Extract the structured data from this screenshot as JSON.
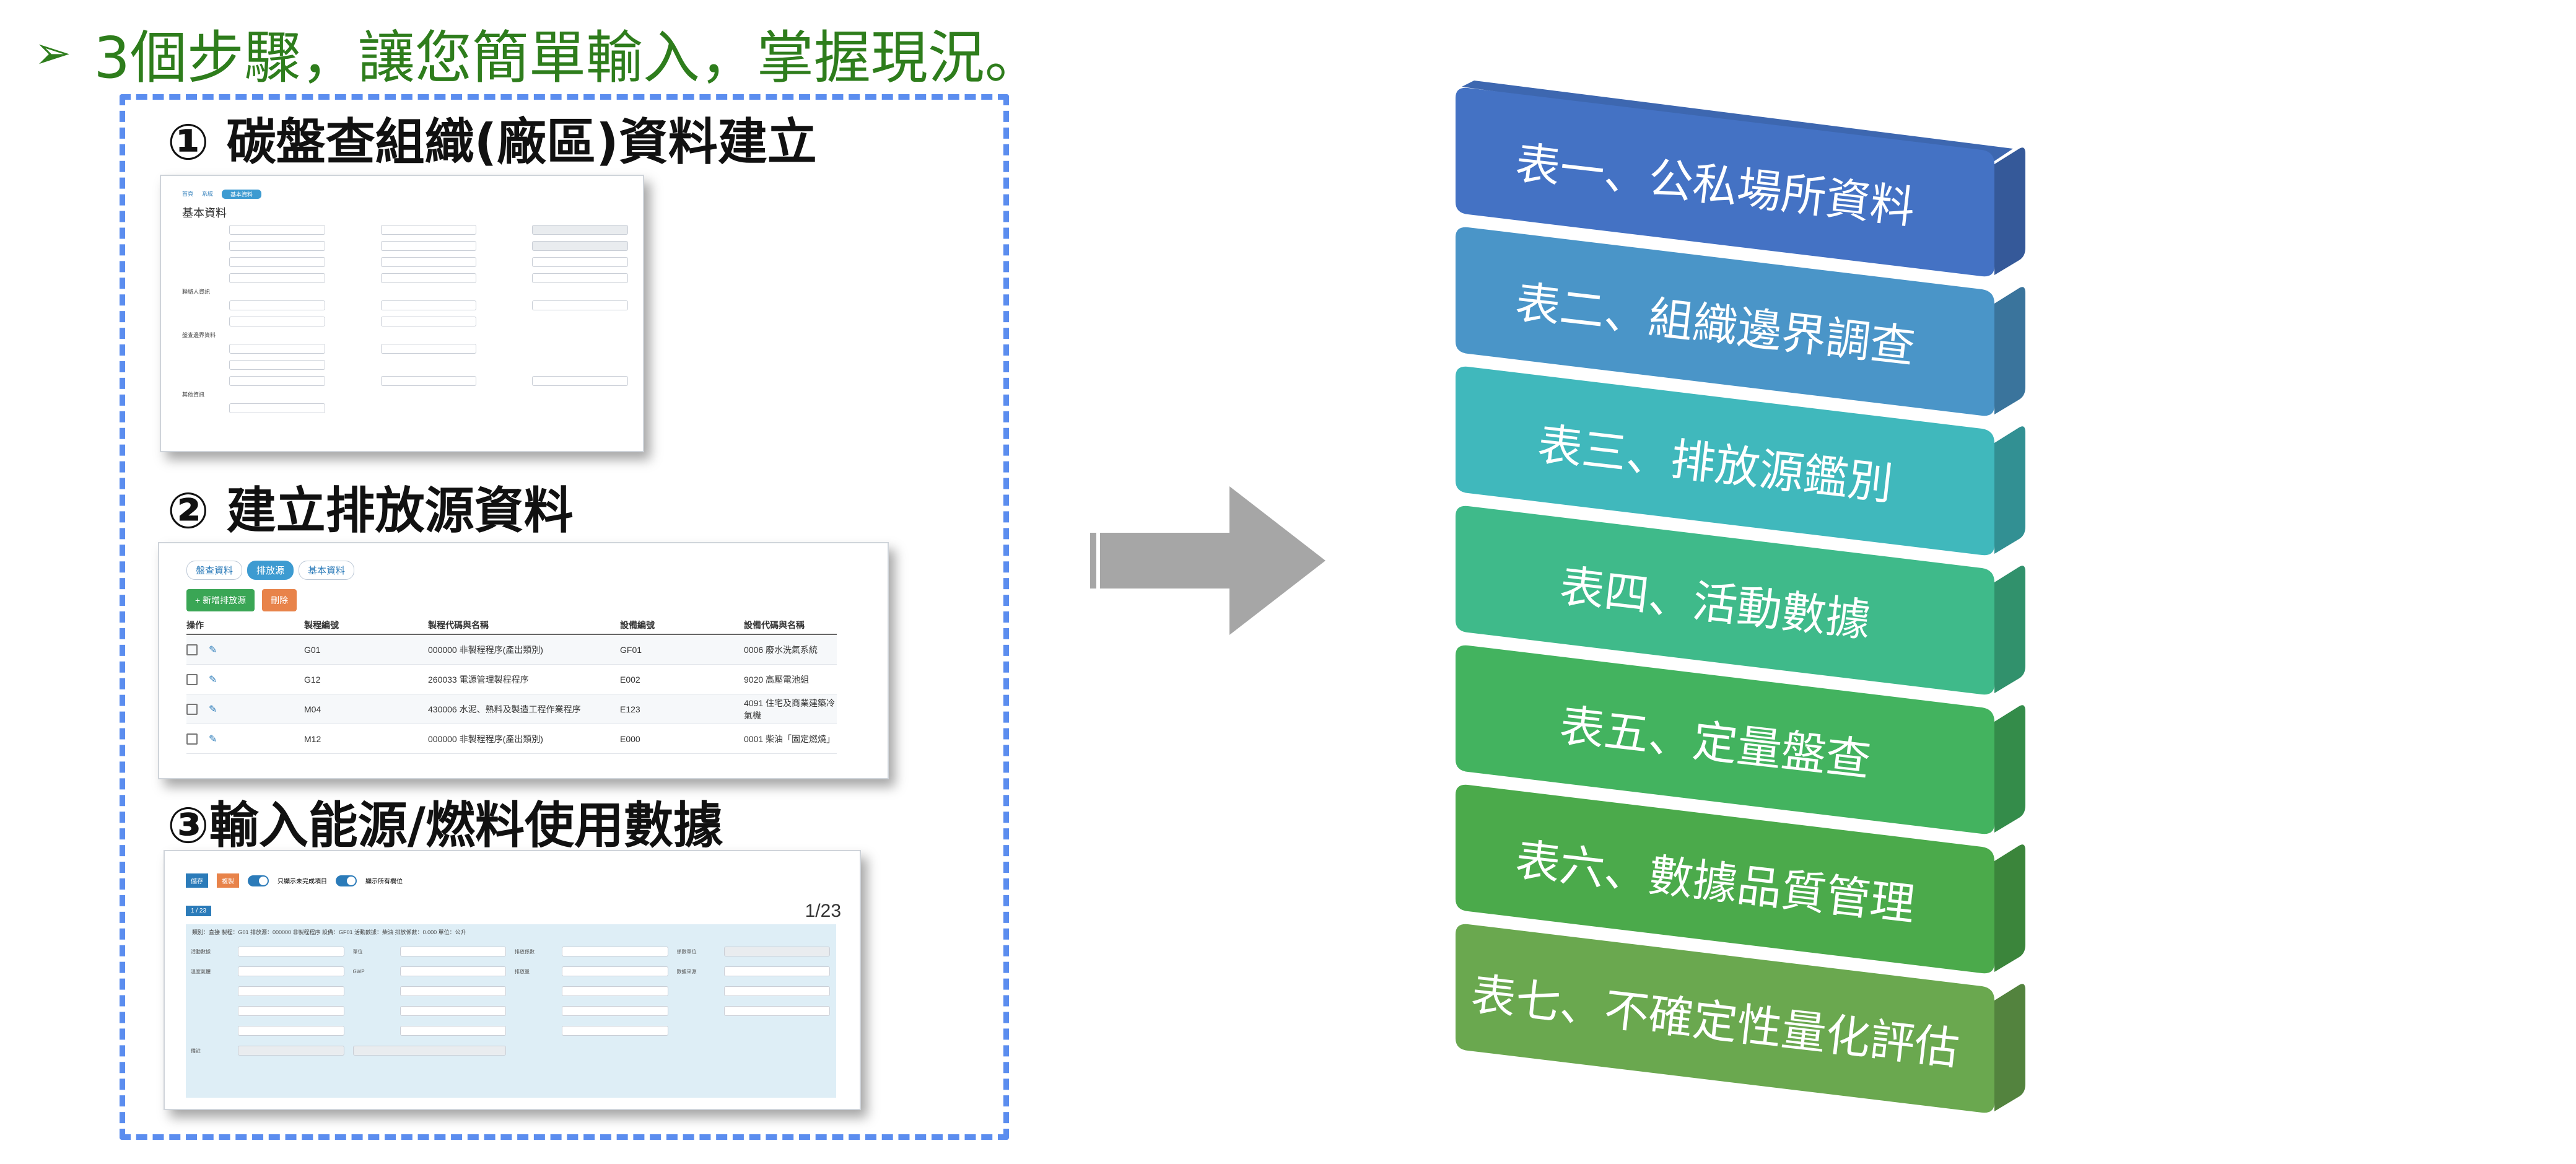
{
  "headline": {
    "bullet": "➢",
    "text": "3個步驟，讓您簡單輸入，掌握現況。"
  },
  "steps": [
    {
      "title": "① 碳盤查組織(廠區)資料建立"
    },
    {
      "title": "② 建立排放源資料"
    },
    {
      "title": "③輸入能源/燃料使用數據"
    }
  ],
  "screen1": {
    "tabs": [
      "首頁",
      "系統",
      "基本資料"
    ],
    "title": "基本資料",
    "section_contact": "聯絡人資訊",
    "section_boundary": "盤查邊界資料",
    "section_other": "其他資訊"
  },
  "screen2": {
    "tabs": [
      "盤查資料",
      "排放源",
      "基本資料"
    ],
    "add_button": "+ 新增排放源",
    "delete_button": "刪除",
    "columns": [
      "操作",
      "製程編號",
      "製程代碼與名稱",
      "設備編號",
      "設備代碼與名稱"
    ],
    "rows": [
      [
        "G01",
        "000000 非製程程序(產出類別)",
        "GF01",
        "0006 廢水洗氣系統"
      ],
      [
        "G12",
        "260033 電源管理製程程序",
        "E002",
        "9020 高壓電池組"
      ],
      [
        "M04",
        "430006 水泥、熟料及製造工程作業程序",
        "E123",
        "4091 住宅及商業建築冷氣機"
      ],
      [
        "M12",
        "000000 非製程程序(產出類別)",
        "E000",
        "0001 柴油「固定燃燒」"
      ]
    ]
  },
  "screen3": {
    "btn_save": "儲存",
    "btn_copy": "複製",
    "toggle1": "只顯示未完成項目",
    "toggle2": "顯示所有欄位",
    "pager": "1 / 23",
    "page_indicator": "1/23",
    "info_line": "類別：直接 製程：G01  排放源：000000 非製程程序 設備：GF01  活動數據：柴油  排放係數：0.000  單位：公升",
    "fields": [
      "活動數據",
      "單位",
      "排放係數",
      "係數單位",
      "溫室氣體",
      "GWP",
      "排放量",
      "數據來源",
      "備註"
    ]
  },
  "stack": {
    "colors": [
      "#4472c4",
      "#4a95c8",
      "#40b8bc",
      "#3fba8a",
      "#43b35f",
      "#4baa4b",
      "#6aa84f"
    ],
    "layers": [
      "表一、公私場所資料",
      "表二、組織邊界調查",
      "表三、排放源鑑別",
      "表四、活動數據",
      "表五、定量盤查",
      "表六、數據品質管理",
      "表七、不確定性量化評估"
    ]
  }
}
